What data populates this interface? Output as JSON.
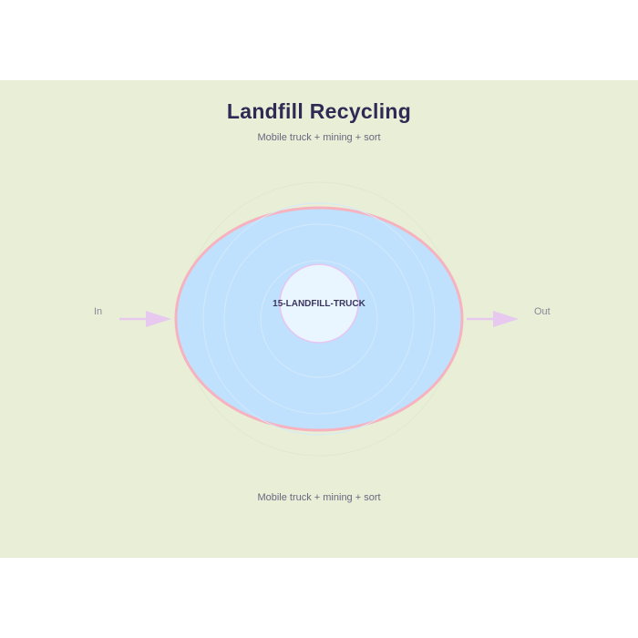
{
  "title": "Landfill Recycling",
  "subtitle": "Mobile truck + mining + sort",
  "caption": "Mobile truck + mining + sort",
  "flow": {
    "in_label": "In",
    "out_label": "Out"
  },
  "core": {
    "label": "15-LANDFILL-TRUCK"
  },
  "colors": {
    "panel": "#e8efd6",
    "ellipse_fill": "#bfe1fd",
    "ellipse_stroke": "#f6b3bf",
    "core_fill": "#eaf6ff",
    "core_stroke": "#e6c6f0",
    "arrow": "#e7c9f0",
    "title": "#2e2a55"
  }
}
